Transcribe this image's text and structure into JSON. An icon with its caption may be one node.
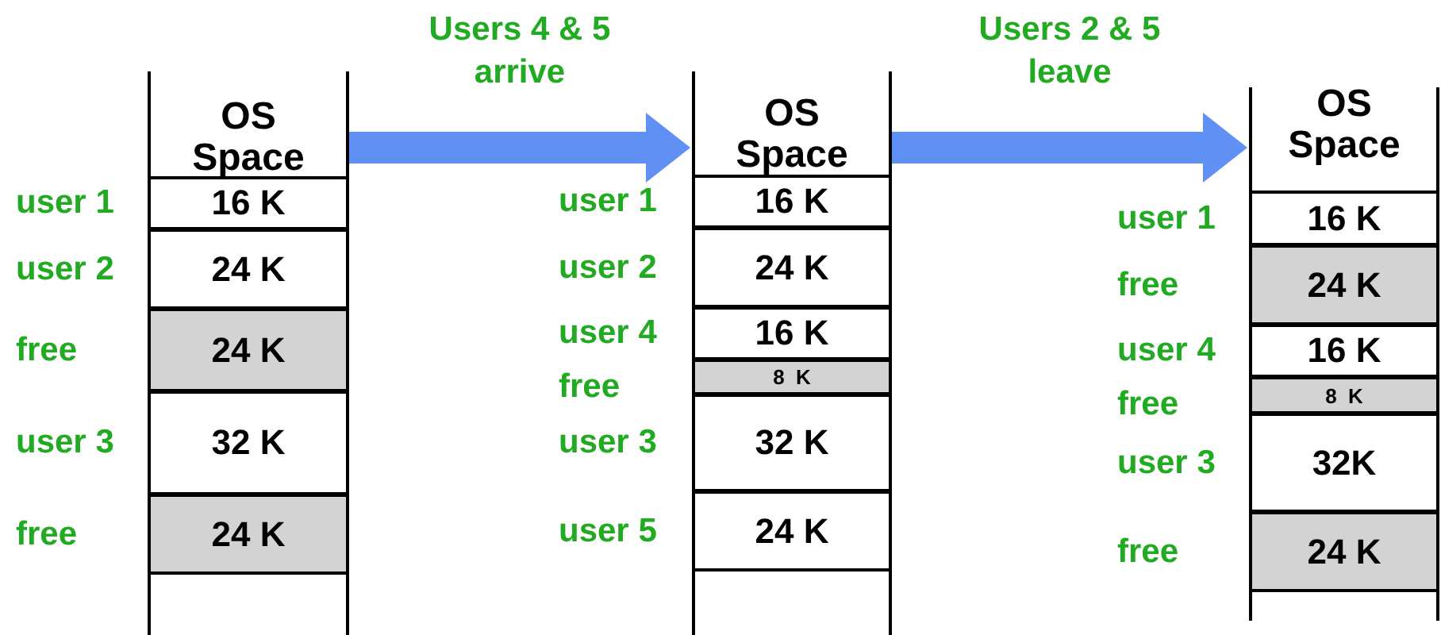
{
  "diagram": {
    "nodes": [
      {
        "text": [
          "OS Space"
        ]
      },
      {
        "text": [
          "16 K"
        ],
        "in": 0,
        "beside": [
          "user 1"
        ]
      },
      {
        "text": [
          "24 K"
        ],
        "in": 0,
        "beside": [
          "user 2"
        ]
      },
      {
        "text": [
          "24 K"
        ],
        "in": 0,
        "beside": [
          "free"
        ]
      },
      {
        "text": [
          "32 K"
        ],
        "in": 0,
        "beside": [
          "user 3"
        ]
      },
      {
        "text": [
          "24 K"
        ],
        "in": 0,
        "beside": [
          "free"
        ]
      },
      {
        "text": [
          "OS Space"
        ]
      },
      {
        "text": [
          "16 K"
        ],
        "in": 6,
        "beside": [
          "user 1"
        ]
      },
      {
        "text": [
          "24 K"
        ],
        "in": 6,
        "beside": [
          "user 2"
        ]
      },
      {
        "text": [
          "16 K"
        ],
        "in": 6,
        "beside": [
          "user 4"
        ]
      },
      {
        "text": [
          "8  K"
        ],
        "in": 6,
        "beside": [
          "free"
        ]
      },
      {
        "text": [
          "32 K"
        ],
        "in": 6,
        "beside": [
          "user 3"
        ]
      },
      {
        "text": [
          "24 K"
        ],
        "in": 6,
        "beside": [
          "user 5"
        ]
      },
      {
        "text": [
          "OS Space"
        ]
      },
      {
        "text": [
          "16 K"
        ],
        "in": 13,
        "beside": [
          "user 1"
        ]
      },
      {
        "text": [
          "24 K"
        ],
        "in": 13,
        "beside": [
          "free"
        ]
      },
      {
        "text": [
          "16 K"
        ],
        "in": 13,
        "beside": [
          "user 4"
        ]
      },
      {
        "text": [
          "8  K"
        ],
        "in": 13,
        "beside": [
          "free"
        ]
      },
      {
        "text": [
          "32K"
        ],
        "in": 13,
        "beside": [
          "user 3"
        ]
      },
      {
        "text": [
          "24 K"
        ],
        "in": 13,
        "beside": [
          "free"
        ]
      }
    ],
    "edges": [
      {
        "from": 0,
        "to": 6,
        "arrow": "to",
        "label": "Users 4 & 5 arrive"
      },
      {
        "from": 6,
        "to": 13,
        "arrow": "to",
        "label": "Users 2 & 5 leave"
      }
    ]
  }
}
